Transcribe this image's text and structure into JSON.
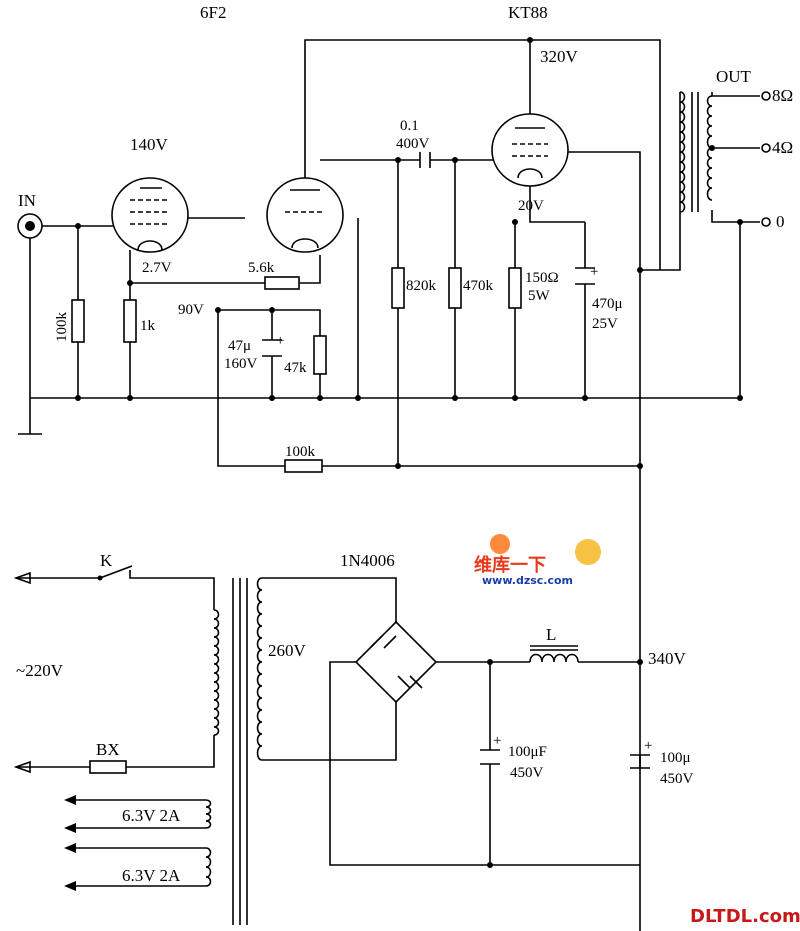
{
  "tubes": {
    "driver": "6F2",
    "output": "KT88"
  },
  "voltages": {
    "plate_output": "320V",
    "plate_pentode": "140V",
    "cathode_pentode": "2.7V",
    "node_90": "90V",
    "cathode_output": "20V",
    "supply": "340V",
    "secondary": "260V",
    "mains": "~220V"
  },
  "labels": {
    "input": "IN",
    "output": "OUT",
    "tap_8": "8Ω",
    "tap_4": "4Ω",
    "tap_0": "0",
    "switch": "K",
    "fuse": "BX",
    "inductor": "L",
    "rectifier": "1N4006",
    "heater_1": "6.3V 2A",
    "heater_2": "6.3V 2A"
  },
  "components": {
    "c_coupling_val": "0.1",
    "c_coupling_v": "400V",
    "r_100k_in": "100k",
    "r_1k": "1k",
    "r_5k6": "5.6k",
    "c_47u": "47μ",
    "c_47u_v": "160V",
    "r_47k": "47k",
    "r_820k": "820k",
    "r_470k": "470k",
    "r_150": "150Ω",
    "r_150_w": "5W",
    "c_470u": "470μ",
    "c_470u_v": "25V",
    "r_100k_fb": "100k",
    "c_100uf": "100μF",
    "c_100uf_v": "450V",
    "c_100u": "100μ",
    "c_100u_v": "450V",
    "plus": "+"
  },
  "watermarks": {
    "dzsc_cn": "维库一下",
    "dzsc_url": "www.dzsc.com",
    "dltdl": "DLTDL.com"
  }
}
